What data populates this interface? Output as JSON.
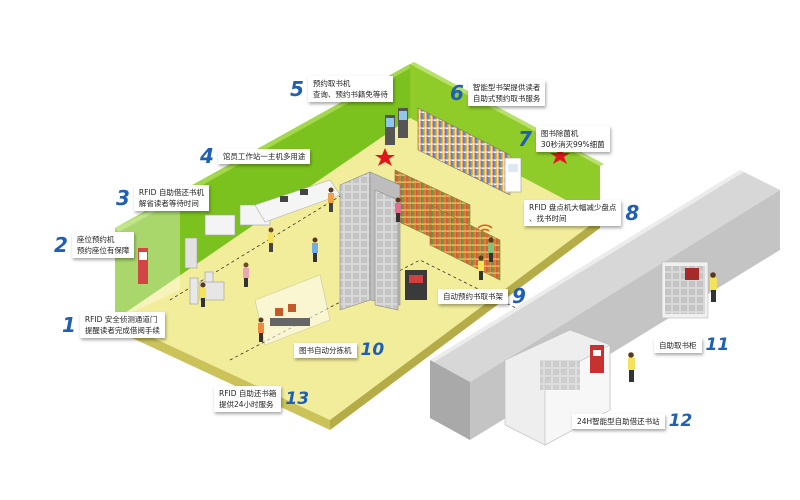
{
  "callouts": [
    {
      "num": "1",
      "lines": [
        "RFID 安全侦测通道门",
        "提醒读者完成借阅手续"
      ]
    },
    {
      "num": "2",
      "lines": [
        "座位预约机",
        "预约座位有保障"
      ]
    },
    {
      "num": "3",
      "lines": [
        "RFID 自助借还书机",
        "解省读者等待时间"
      ]
    },
    {
      "num": "4",
      "lines": [
        "馆员工作站一主机多用途"
      ]
    },
    {
      "num": "5",
      "lines": [
        "预约取书机",
        "查询、预约书籍免等待"
      ]
    },
    {
      "num": "6",
      "lines": [
        "智能型书架提供读者",
        "自助式预约取书服务"
      ]
    },
    {
      "num": "7",
      "lines": [
        "图书除菌机",
        "30秒消灭99%细菌"
      ]
    },
    {
      "num": "8",
      "lines": [
        "RFID 盘点机大幅减少盘点",
        "、找书时间"
      ]
    },
    {
      "num": "9",
      "lines": [
        "自动预约书取书架"
      ]
    },
    {
      "num": "10",
      "lines": [
        "图书自动分拣机"
      ]
    },
    {
      "num": "11",
      "lines": [
        "自助取书柜"
      ]
    },
    {
      "num": "12",
      "lines": [
        "24H智能型自助借还书站"
      ]
    },
    {
      "num": "13",
      "lines": [
        "RFID 自助还书箱",
        "提供24小时服务"
      ]
    }
  ],
  "colors": {
    "accent": "#1f5fb5",
    "wall": "#7cc21e",
    "floor": "#f2ed9a",
    "sterilizer_mark": "#e0161b"
  },
  "icons": [
    "person-figure",
    "bookshelf",
    "kiosk",
    "wifi-signal",
    "sterilizer-star"
  ]
}
